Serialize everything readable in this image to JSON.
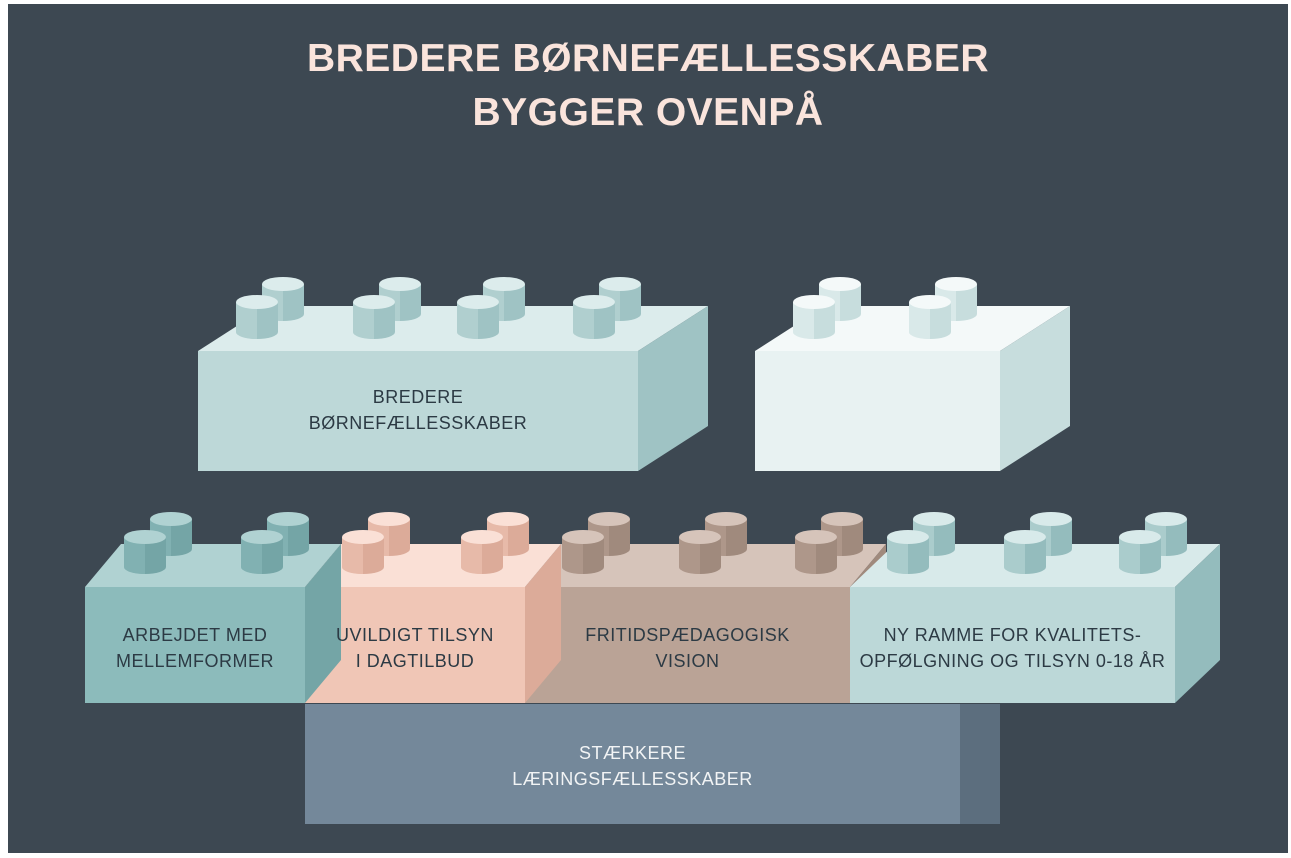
{
  "title": {
    "line1": "BREDERE BØRNEFÆLLESSKABER",
    "line2": "BYGGER OVENPÅ"
  },
  "colors": {
    "background": "#3d4852",
    "title_text": "#fae4dc",
    "label_text": "#2c3a44",
    "bottom_label_text": "#f2f4f5"
  },
  "bricks": {
    "top_left": {
      "line1": "BREDERE",
      "line2": "BØRNEFÆLLESSKABER",
      "front": "#bdd8d8",
      "top": "#dcecec",
      "side": "#9fc3c4"
    },
    "top_right": {
      "line1": "",
      "line2": "",
      "front": "#e8f2f2",
      "top": "#f4f9f9",
      "side": "#c7dddd"
    },
    "mellemformer": {
      "line1": "ARBEJDET MED",
      "line2": "MELLEMFORMER",
      "front": "#8cbbbb",
      "top": "#b0d2d2",
      "side": "#74a5a6"
    },
    "tilsyn": {
      "line1": "UVILDIGT TILSYN",
      "line2": "I DAGTILBUD",
      "front": "#f0c6b6",
      "top": "#fae0d6",
      "side": "#dcab99"
    },
    "fritid": {
      "line1": "FRITIDSPÆDAGOGISK",
      "line2": "VISION",
      "front": "#baa396",
      "top": "#d6c4ba",
      "side": "#a08a7d"
    },
    "kvalitet": {
      "line1": "NY RAMME FOR KVALITETS-",
      "line2": "OPFØLGNING OG TILSYN 0-18 ÅR",
      "front": "#bcd8d8",
      "top": "#d8eaea",
      "side": "#94bcbd"
    },
    "laering": {
      "line1": "STÆRKERE",
      "line2": "LÆRINGSFÆLLESSKABER",
      "front": "#74889a",
      "top": "#8a9cac",
      "side": "#5c6e7e"
    }
  }
}
